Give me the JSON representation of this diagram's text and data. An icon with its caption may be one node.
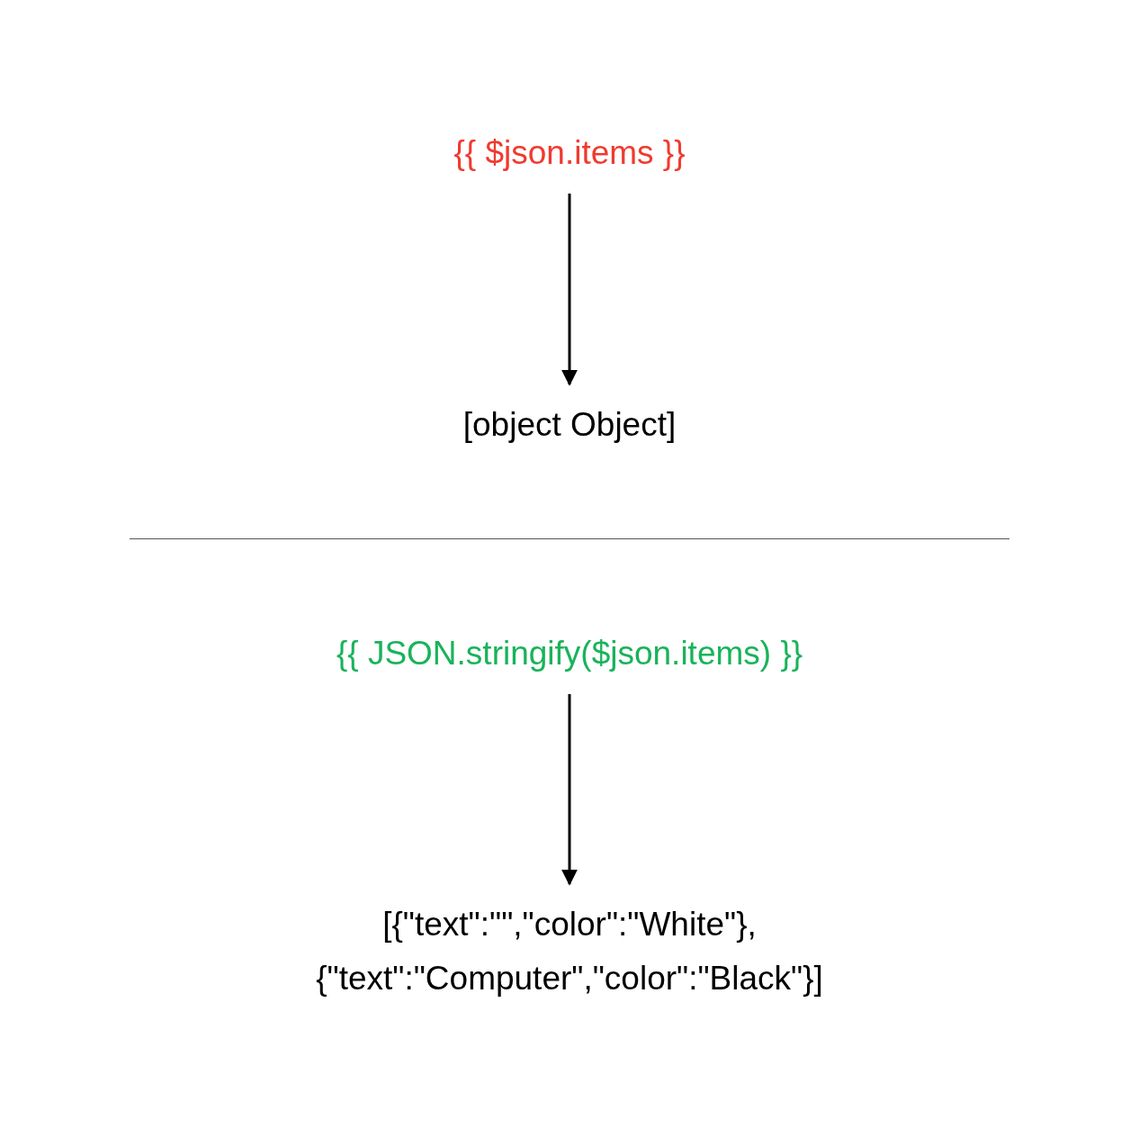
{
  "diagram": {
    "nodes": [
      {
        "text": [
          "{{ $json.items }}"
        ]
      },
      {
        "text": [
          "[object Object]"
        ]
      },
      {
        "text": [
          "{{ JSON.stringify($json.items) }}"
        ]
      },
      {
        "text": [
          "[{\"text\":\"\",\"color\":\"White\"}, {\"text\":\"Computer\",\"color\":\"Black\"}]"
        ]
      }
    ],
    "edges": [
      {
        "from": 0,
        "to": 1,
        "arrow": "to"
      },
      {
        "from": 2,
        "to": 3,
        "arrow": "to"
      }
    ]
  }
}
